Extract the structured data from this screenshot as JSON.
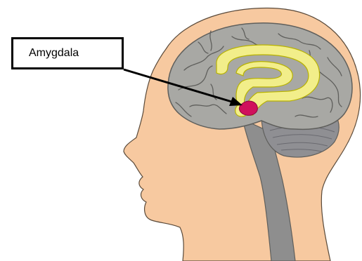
{
  "diagram": {
    "label": "Amygdala",
    "parts": [
      "head",
      "brain",
      "limbic-system",
      "amygdala",
      "brainstem",
      "cerebellum"
    ]
  },
  "colors": {
    "skin": "#F7C9A0",
    "skin_outline": "#5a4a3a",
    "brain": "#A8A8A4",
    "brain_folds": "#5f5f5c",
    "limbic": "#F2EE8A",
    "limbic_outline": "#b8b200",
    "amygdala": "#D0115C",
    "brainstem": "#8E8E8E",
    "cerebellum": "#8f8f93",
    "line": "#000000"
  }
}
